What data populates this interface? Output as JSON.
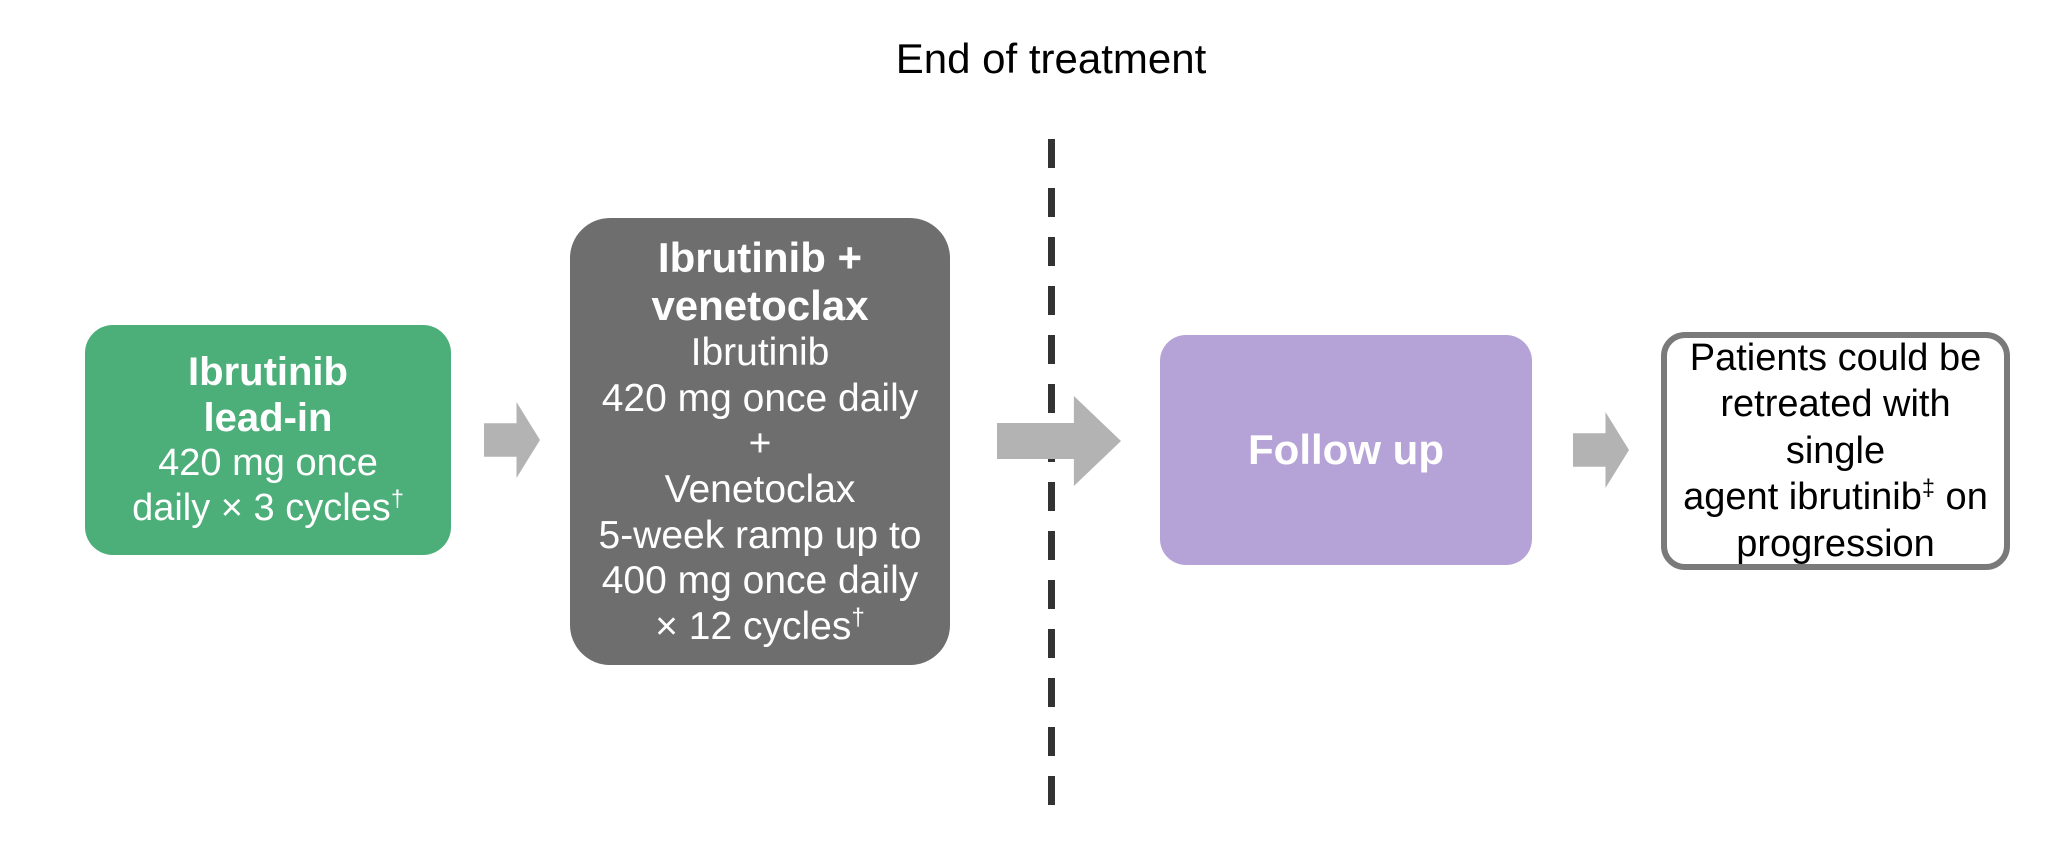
{
  "diagram": {
    "divider_label": "End of treatment",
    "colors": {
      "lead_in_green": "#4CAE79",
      "combo_gray": "#6E6E6E",
      "follow_up_purple": "#B5A2D6",
      "retreat_border_gray": "#7A7A7A",
      "arrow_gray": "#B3B3B3",
      "divider_dark": "#333333",
      "text_white": "#FFFFFF",
      "text_black": "#000000"
    },
    "boxes": {
      "lead_in": {
        "title_line1": "Ibrutinib",
        "title_line2": "lead-in",
        "detail_line1": "420 mg once",
        "detail_line2_text": "daily × 3 cycles",
        "detail_line2_marker": "†"
      },
      "combination": {
        "title_line1": "Ibrutinib +",
        "title_line2": "venetoclax",
        "detail_line1": "Ibrutinib",
        "detail_line2": "420 mg once daily",
        "detail_line3": "+",
        "detail_line4": "Venetoclax",
        "detail_line5": "5-week ramp up to",
        "detail_line6": "400 mg once daily",
        "detail_line7_text": "× 12 cycles",
        "detail_line7_marker": "†"
      },
      "follow_up": {
        "title": "Follow up"
      },
      "retreatment": {
        "line1": "Patients could be",
        "line2": "retreated with single",
        "line3_prefix": "agent ibrutinib",
        "line3_marker": "‡",
        "line3_suffix": " on",
        "line4": "progression"
      }
    },
    "arrows": {
      "arrow_1_label": "lead-in-to-combination",
      "arrow_2_label": "combination-to-follow-up",
      "arrow_3_label": "follow-up-to-retreatment"
    }
  }
}
